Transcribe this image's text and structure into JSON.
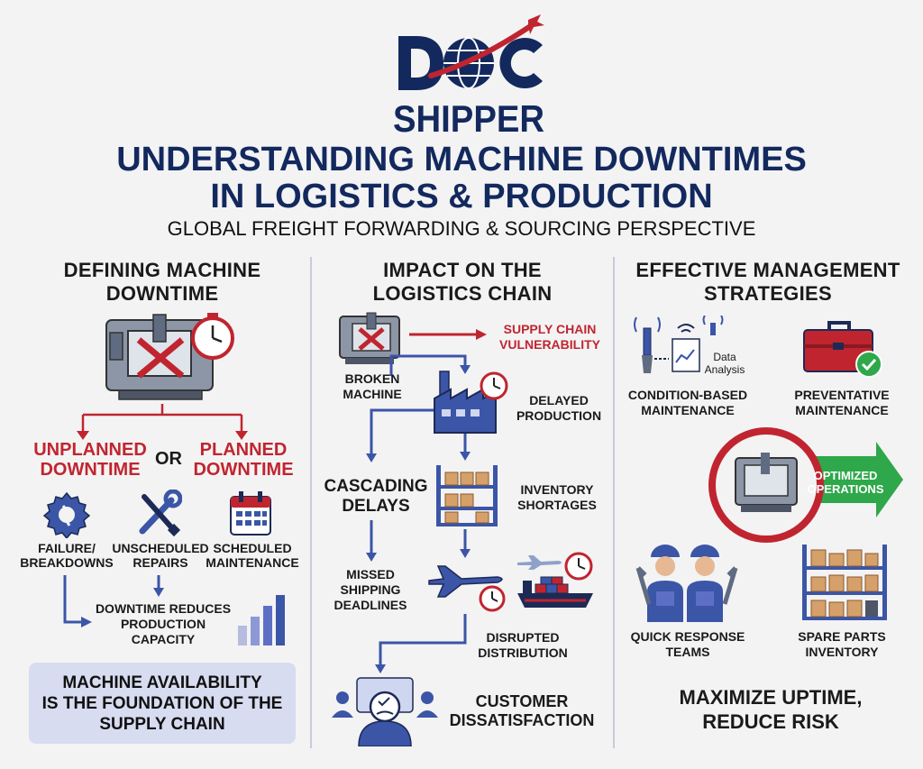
{
  "brand": {
    "line1": "DOC",
    "line2": "SHIPPER"
  },
  "title": {
    "line1": "UNDERSTANDING MACHINE DOWNTIMES",
    "line2": "IN LOGISTICS & PRODUCTION",
    "subtitle": "GLOBAL FREIGHT FORWARDING & SOURCING PERSPECTIVE"
  },
  "col1": {
    "heading_1": "DEFINING MACHINE",
    "heading_2": "DOWNTIME",
    "unplanned_1": "UNPLANNED",
    "unplanned_2": "DOWNTIME",
    "or": "OR",
    "planned_1": "PLANNED",
    "planned_2": "DOWNTIME",
    "failure_1": "FAILURE/",
    "failure_2": "BREAKDOWNS",
    "unsched_1": "UNSCHEDULED",
    "unsched_2": "REPAIRS",
    "sched_1": "SCHEDULED",
    "sched_2": "MAINTENANCE",
    "reduces_1": "DOWNTIME REDUCES",
    "reduces_2": "PRODUCTION",
    "reduces_3": "CAPACITY",
    "box_1": "MACHINE AVAILABILITY",
    "box_2": "IS THE FOUNDATION OF THE",
    "box_3": "SUPPLY CHAIN"
  },
  "col2": {
    "heading_1": "IMPACT ON THE",
    "heading_2": "LOGISTICS CHAIN",
    "broken_1": "BROKEN",
    "broken_2": "MACHINE",
    "vuln_1": "SUPPLY CHAIN",
    "vuln_2": "VULNERABILITY",
    "delayed_1": "DELAYED",
    "delayed_2": "PRODUCTION",
    "cascading_1": "CASCADING",
    "cascading_2": "DELAYS",
    "inventory_1": "INVENTORY",
    "inventory_2": "SHORTAGES",
    "missed_1": "MISSED",
    "missed_2": "SHIPPING",
    "missed_3": "DEADLINES",
    "disrupted_1": "DISRUPTED",
    "disrupted_2": "DISTRIBUTION",
    "customer_1": "CUSTOMER",
    "customer_2": "DISSATISFACTION"
  },
  "col3": {
    "heading_1": "EFFECTIVE MANAGEMENT",
    "heading_2": "STRATEGIES",
    "data_1": "Data",
    "data_2": "Analysis",
    "cbm_1": "CONDITION-BASED",
    "cbm_2": "MAINTENANCE",
    "prev_1": "PREVENTATIVE",
    "prev_2": "MAINTENANCE",
    "opt_1": "OPTIMIZED",
    "opt_2": "OPERATIONS",
    "qrt_1": "QUICK RESPONSE",
    "qrt_2": "TEAMS",
    "spi_1": "SPARE PARTS",
    "spi_2": "INVENTORY",
    "max_1": "MAXIMIZE UPTIME,",
    "max_2": "REDUCE RISK"
  },
  "colors": {
    "navy": "#13295e",
    "red": "#c0252f",
    "green": "#2ea84a",
    "blue": "#3b55a7"
  }
}
